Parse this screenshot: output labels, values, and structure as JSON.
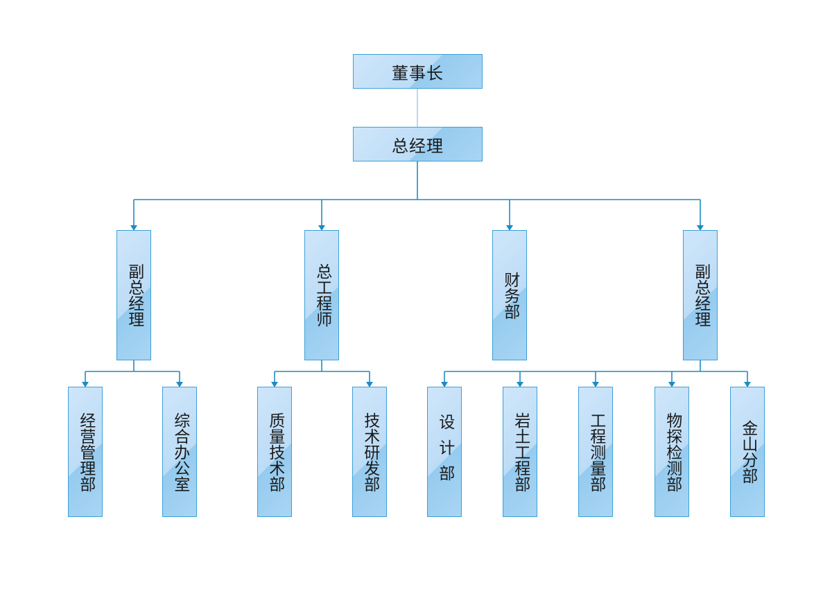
{
  "nodes": {
    "chairman": "董事长",
    "general_manager": "总经理",
    "vice_gm_left": "副总经理",
    "chief_engineer": "总工程师",
    "finance": "财务部",
    "vice_gm_right": "副总经理",
    "business_mgmt": "经营管理部",
    "general_office": "综合办公室",
    "quality_tech": "质量技术部",
    "tech_rd": "技术研发部",
    "design": "设计部",
    "geotech": "岩土工程部",
    "survey": "工程测量部",
    "geophysical": "物探检测部",
    "jinshan_branch": "金山分部"
  },
  "colors": {
    "border": "#3aa0d8",
    "connector": "#1f8ac2",
    "fill_light": "#cfe6fa",
    "fill_dark": "#95cbef"
  }
}
